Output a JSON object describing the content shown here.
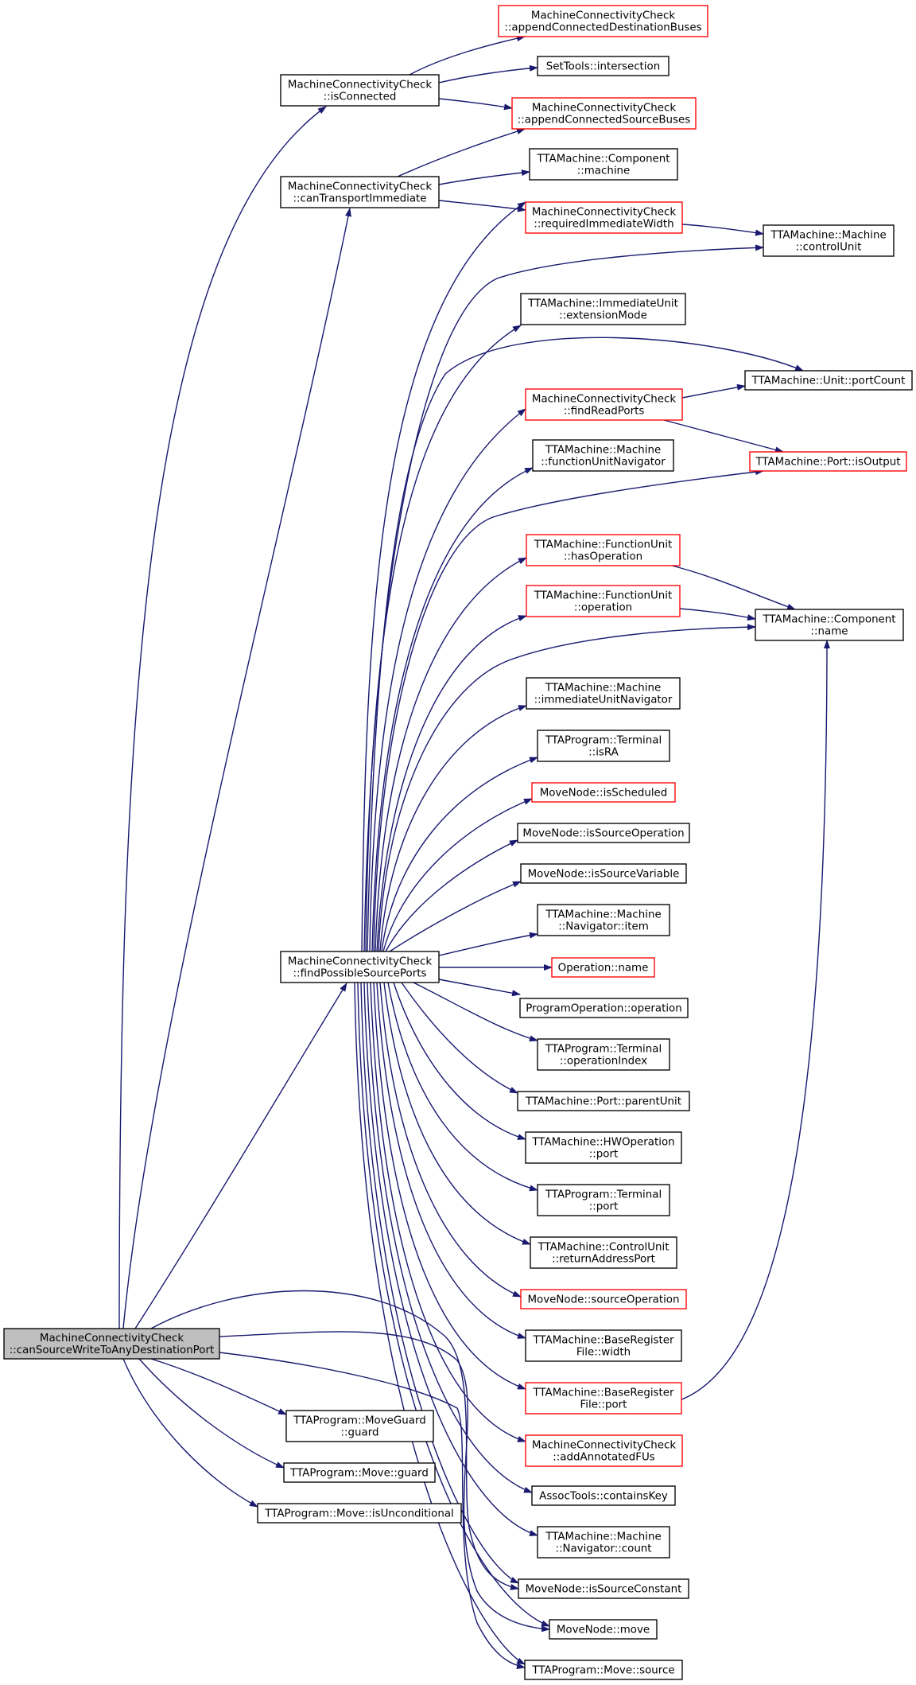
{
  "colors": {
    "edge": "#191970",
    "node_border": "#000000",
    "node_border_incomplete": "#ff0000",
    "node_fill": "#ffffff",
    "root_fill": "#bfbfbf",
    "background": "#ffffff"
  },
  "nodes": [
    {
      "id": "root",
      "lines": [
        "MachineConnectivityCheck",
        "::canSourceWriteToAnyDestinationPort"
      ],
      "style": "root"
    },
    {
      "id": "isConnected",
      "lines": [
        "MachineConnectivityCheck",
        "::isConnected"
      ],
      "style": "normal"
    },
    {
      "id": "canTransportImmediate",
      "lines": [
        "MachineConnectivityCheck",
        "::canTransportImmediate"
      ],
      "style": "normal"
    },
    {
      "id": "findPossibleSourcePorts",
      "lines": [
        "MachineConnectivityCheck",
        "::findPossibleSourcePorts"
      ],
      "style": "normal"
    },
    {
      "id": "moveGuard",
      "lines": [
        "TTAProgram::MoveGuard",
        "::guard"
      ],
      "style": "normal"
    },
    {
      "id": "moveGuardShort",
      "lines": [
        "TTAProgram::Move::guard"
      ],
      "style": "normal"
    },
    {
      "id": "isUnconditional",
      "lines": [
        "TTAProgram::Move::isUnconditional"
      ],
      "style": "normal"
    },
    {
      "id": "appendDest",
      "lines": [
        "MachineConnectivityCheck",
        "::appendConnectedDestinationBuses"
      ],
      "style": "red"
    },
    {
      "id": "intersection",
      "lines": [
        "SetTools::intersection"
      ],
      "style": "normal"
    },
    {
      "id": "appendSource",
      "lines": [
        "MachineConnectivityCheck",
        "::appendConnectedSourceBuses"
      ],
      "style": "red"
    },
    {
      "id": "componentMachine",
      "lines": [
        "TTAMachine::Component",
        "::machine"
      ],
      "style": "normal"
    },
    {
      "id": "requiredImmediateWidth",
      "lines": [
        "MachineConnectivityCheck",
        "::requiredImmediateWidth"
      ],
      "style": "red"
    },
    {
      "id": "controlUnit",
      "lines": [
        "TTAMachine::Machine",
        "::controlUnit"
      ],
      "style": "normal"
    },
    {
      "id": "extensionMode",
      "lines": [
        "TTAMachine::ImmediateUnit",
        "::extensionMode"
      ],
      "style": "normal"
    },
    {
      "id": "portCount",
      "lines": [
        "TTAMachine::Unit::portCount"
      ],
      "style": "normal"
    },
    {
      "id": "findReadPorts",
      "lines": [
        "MachineConnectivityCheck",
        "::findReadPorts"
      ],
      "style": "red"
    },
    {
      "id": "functionUnitNavigator",
      "lines": [
        "TTAMachine::Machine",
        "::functionUnitNavigator"
      ],
      "style": "normal"
    },
    {
      "id": "isOutput",
      "lines": [
        "TTAMachine::Port::isOutput"
      ],
      "style": "red"
    },
    {
      "id": "hasOperation",
      "lines": [
        "TTAMachine::FunctionUnit",
        "::hasOperation"
      ],
      "style": "red"
    },
    {
      "id": "fuOperation",
      "lines": [
        "TTAMachine::FunctionUnit",
        "::operation"
      ],
      "style": "red"
    },
    {
      "id": "componentName",
      "lines": [
        "TTAMachine::Component",
        "::name"
      ],
      "style": "normal"
    },
    {
      "id": "immediateUnitNavigator",
      "lines": [
        "TTAMachine::Machine",
        "::immediateUnitNavigator"
      ],
      "style": "normal"
    },
    {
      "id": "isRA",
      "lines": [
        "TTAProgram::Terminal",
        "::isRA"
      ],
      "style": "normal"
    },
    {
      "id": "isScheduled",
      "lines": [
        "MoveNode::isScheduled"
      ],
      "style": "red"
    },
    {
      "id": "isSourceOperation",
      "lines": [
        "MoveNode::isSourceOperation"
      ],
      "style": "normal"
    },
    {
      "id": "isSourceVariable",
      "lines": [
        "MoveNode::isSourceVariable"
      ],
      "style": "normal"
    },
    {
      "id": "navigatorItem",
      "lines": [
        "TTAMachine::Machine",
        "::Navigator::item"
      ],
      "style": "normal"
    },
    {
      "id": "operationName",
      "lines": [
        "Operation::name"
      ],
      "style": "red"
    },
    {
      "id": "programOperation",
      "lines": [
        "ProgramOperation::operation"
      ],
      "style": "normal"
    },
    {
      "id": "operationIndex",
      "lines": [
        "TTAProgram::Terminal",
        "::operationIndex"
      ],
      "style": "normal"
    },
    {
      "id": "parentUnit",
      "lines": [
        "TTAMachine::Port::parentUnit"
      ],
      "style": "normal"
    },
    {
      "id": "hwOperationPort",
      "lines": [
        "TTAMachine::HWOperation",
        "::port"
      ],
      "style": "normal"
    },
    {
      "id": "terminalPort",
      "lines": [
        "TTAProgram::Terminal",
        "::port"
      ],
      "style": "normal"
    },
    {
      "id": "returnAddressPort",
      "lines": [
        "TTAMachine::ControlUnit",
        "::returnAddressPort"
      ],
      "style": "normal"
    },
    {
      "id": "sourceOperation",
      "lines": [
        "MoveNode::sourceOperation"
      ],
      "style": "red"
    },
    {
      "id": "rfWidth",
      "lines": [
        "TTAMachine::BaseRegister",
        "File::width"
      ],
      "style": "normal"
    },
    {
      "id": "rfPort",
      "lines": [
        "TTAMachine::BaseRegister",
        "File::port"
      ],
      "style": "red"
    },
    {
      "id": "addAnnotatedFUs",
      "lines": [
        "MachineConnectivityCheck",
        "::addAnnotatedFUs"
      ],
      "style": "red"
    },
    {
      "id": "containsKey",
      "lines": [
        "AssocTools::containsKey"
      ],
      "style": "normal"
    },
    {
      "id": "navigatorCount",
      "lines": [
        "TTAMachine::Machine",
        "::Navigator::count"
      ],
      "style": "normal"
    },
    {
      "id": "isSourceConstant",
      "lines": [
        "MoveNode::isSourceConstant"
      ],
      "style": "normal"
    },
    {
      "id": "move",
      "lines": [
        "MoveNode::move"
      ],
      "style": "normal"
    },
    {
      "id": "moveSource",
      "lines": [
        "TTAProgram::Move::source"
      ],
      "style": "normal"
    }
  ],
  "edges": [
    [
      "root",
      "isConnected"
    ],
    [
      "root",
      "canTransportImmediate"
    ],
    [
      "root",
      "findPossibleSourcePorts"
    ],
    [
      "root",
      "moveGuard"
    ],
    [
      "root",
      "moveGuardShort"
    ],
    [
      "root",
      "isUnconditional"
    ],
    [
      "root",
      "isSourceConstant"
    ],
    [
      "root",
      "move"
    ],
    [
      "root",
      "moveSource"
    ],
    [
      "isConnected",
      "appendDest"
    ],
    [
      "isConnected",
      "intersection"
    ],
    [
      "isConnected",
      "appendSource"
    ],
    [
      "canTransportImmediate",
      "appendSource"
    ],
    [
      "canTransportImmediate",
      "componentMachine"
    ],
    [
      "canTransportImmediate",
      "requiredImmediateWidth"
    ],
    [
      "requiredImmediateWidth",
      "controlUnit"
    ],
    [
      "findReadPorts",
      "portCount"
    ],
    [
      "findReadPorts",
      "isOutput"
    ],
    [
      "hasOperation",
      "componentName"
    ],
    [
      "fuOperation",
      "componentName"
    ],
    [
      "rfPort",
      "componentName"
    ],
    [
      "findPossibleSourcePorts",
      "requiredImmediateWidth"
    ],
    [
      "findPossibleSourcePorts",
      "controlUnit"
    ],
    [
      "findPossibleSourcePorts",
      "extensionMode"
    ],
    [
      "findPossibleSourcePorts",
      "portCount"
    ],
    [
      "findPossibleSourcePorts",
      "findReadPorts"
    ],
    [
      "findPossibleSourcePorts",
      "functionUnitNavigator"
    ],
    [
      "findPossibleSourcePorts",
      "isOutput"
    ],
    [
      "findPossibleSourcePorts",
      "hasOperation"
    ],
    [
      "findPossibleSourcePorts",
      "fuOperation"
    ],
    [
      "findPossibleSourcePorts",
      "componentName"
    ],
    [
      "findPossibleSourcePorts",
      "immediateUnitNavigator"
    ],
    [
      "findPossibleSourcePorts",
      "isRA"
    ],
    [
      "findPossibleSourcePorts",
      "isScheduled"
    ],
    [
      "findPossibleSourcePorts",
      "isSourceOperation"
    ],
    [
      "findPossibleSourcePorts",
      "isSourceVariable"
    ],
    [
      "findPossibleSourcePorts",
      "navigatorItem"
    ],
    [
      "findPossibleSourcePorts",
      "operationName"
    ],
    [
      "findPossibleSourcePorts",
      "programOperation"
    ],
    [
      "findPossibleSourcePorts",
      "operationIndex"
    ],
    [
      "findPossibleSourcePorts",
      "parentUnit"
    ],
    [
      "findPossibleSourcePorts",
      "hwOperationPort"
    ],
    [
      "findPossibleSourcePorts",
      "terminalPort"
    ],
    [
      "findPossibleSourcePorts",
      "returnAddressPort"
    ],
    [
      "findPossibleSourcePorts",
      "sourceOperation"
    ],
    [
      "findPossibleSourcePorts",
      "rfWidth"
    ],
    [
      "findPossibleSourcePorts",
      "rfPort"
    ],
    [
      "findPossibleSourcePorts",
      "addAnnotatedFUs"
    ],
    [
      "findPossibleSourcePorts",
      "containsKey"
    ],
    [
      "findPossibleSourcePorts",
      "navigatorCount"
    ],
    [
      "findPossibleSourcePorts",
      "isSourceConstant"
    ],
    [
      "findPossibleSourcePorts",
      "move"
    ],
    [
      "findPossibleSourcePorts",
      "moveSource"
    ]
  ]
}
